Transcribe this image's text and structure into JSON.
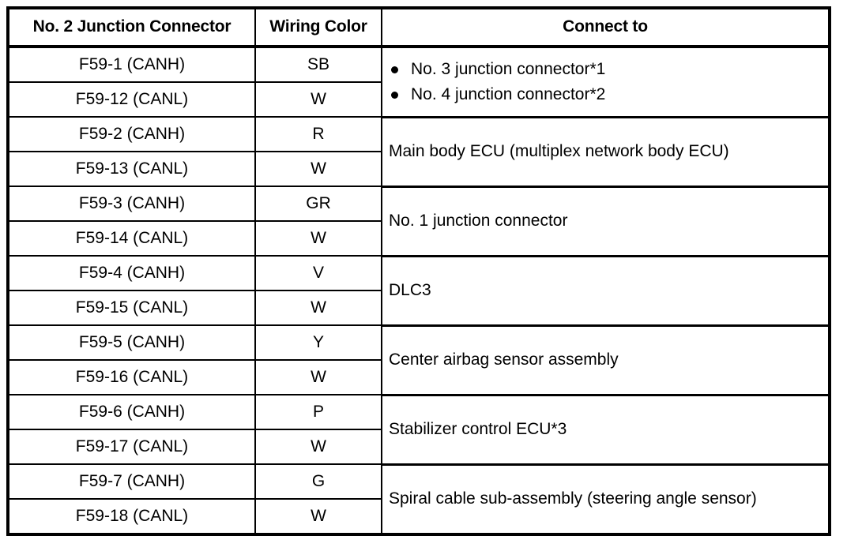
{
  "table": {
    "columns": [
      {
        "key": "pin",
        "label": "No. 2 Junction Connector"
      },
      {
        "key": "color",
        "label": "Wiring Color"
      },
      {
        "key": "conn",
        "label": "Connect to"
      }
    ],
    "rows": [
      {
        "pin": "F59-1 (CANH)",
        "color": "SB"
      },
      {
        "pin": "F59-12 (CANL)",
        "color": "W"
      },
      {
        "pin": "F59-2 (CANH)",
        "color": "R"
      },
      {
        "pin": "F59-13 (CANL)",
        "color": "W"
      },
      {
        "pin": "F59-3 (CANH)",
        "color": "GR"
      },
      {
        "pin": "F59-14 (CANL)",
        "color": "W"
      },
      {
        "pin": "F59-4 (CANH)",
        "color": "V"
      },
      {
        "pin": "F59-15 (CANL)",
        "color": "W"
      },
      {
        "pin": "F59-5 (CANH)",
        "color": "Y"
      },
      {
        "pin": "F59-16 (CANL)",
        "color": "W"
      },
      {
        "pin": "F59-6 (CANH)",
        "color": "P"
      },
      {
        "pin": "F59-17 (CANL)",
        "color": "W"
      },
      {
        "pin": "F59-7 (CANH)",
        "color": "G"
      },
      {
        "pin": "F59-18 (CANL)",
        "color": "W"
      }
    ],
    "connect_groups": [
      {
        "rowspan": 2,
        "type": "bullets",
        "items": [
          "No. 3 junction connector*1",
          "No. 4 junction connector*2"
        ]
      },
      {
        "rowspan": 2,
        "type": "text",
        "text": "Main body ECU (multiplex network body ECU)"
      },
      {
        "rowspan": 2,
        "type": "text",
        "text": "No. 1 junction connector"
      },
      {
        "rowspan": 2,
        "type": "text",
        "text": "DLC3"
      },
      {
        "rowspan": 2,
        "type": "text",
        "text": "Center airbag sensor assembly"
      },
      {
        "rowspan": 2,
        "type": "text",
        "text": "Stabilizer control ECU*3"
      },
      {
        "rowspan": 2,
        "type": "text",
        "text": "Spiral cable sub-assembly (steering angle sensor)"
      }
    ]
  },
  "colors": {
    "ink": "#000000",
    "paper": "#ffffff"
  }
}
